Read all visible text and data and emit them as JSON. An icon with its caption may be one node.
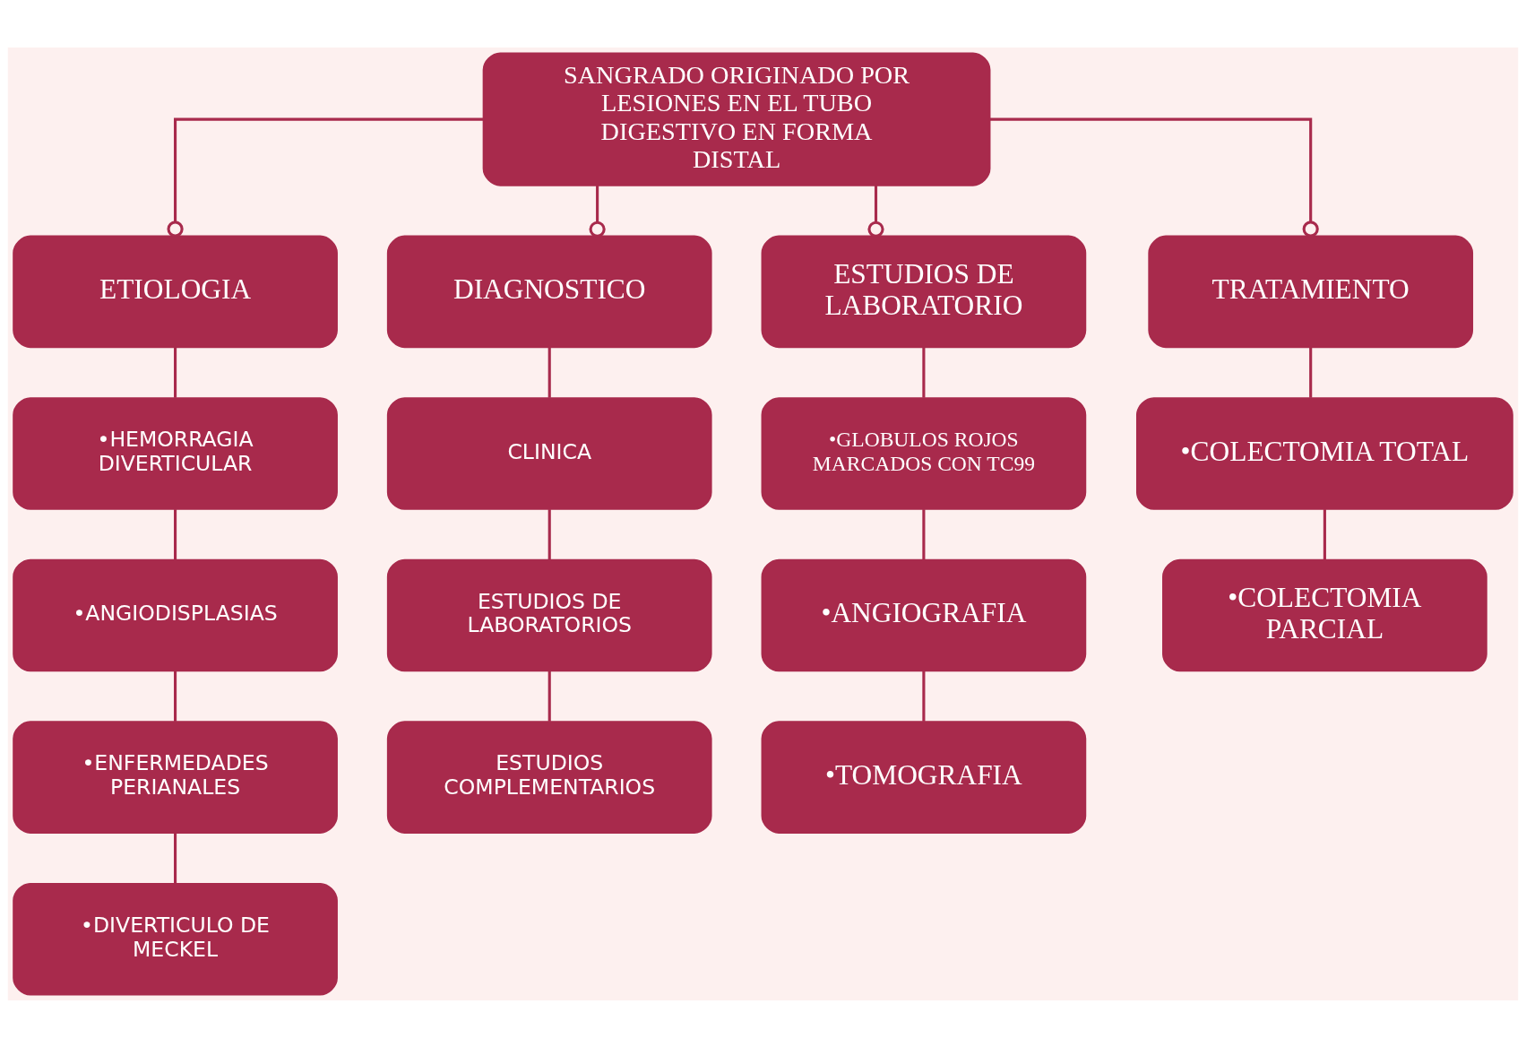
{
  "diagram": {
    "nodes": [
      {
        "text": [
          "SANGRADO ORIGINADO POR LESIONES EN EL TUBO DIGESTIVO EN FORMA DISTAL"
        ]
      },
      {
        "text": [
          "ETIOLOGIA"
        ]
      },
      {
        "text": [
          "DIAGNOSTICO"
        ]
      },
      {
        "text": [
          "ESTUDIOS DE LABORATORIO"
        ]
      },
      {
        "text": [
          "TRATAMIENTO"
        ]
      },
      {
        "text": [
          "•HEMORRAGIA DIVERTICULAR"
        ]
      },
      {
        "text": [
          "•ANGIODISPLASIAS"
        ]
      },
      {
        "text": [
          "•ENFERMEDADES PERIANALES"
        ]
      },
      {
        "text": [
          "•DIVERTICULO DE MECKEL"
        ]
      },
      {
        "text": [
          "CLINICA"
        ]
      },
      {
        "text": [
          "ESTUDIOS DE LABORATORIOS"
        ]
      },
      {
        "text": [
          "ESTUDIOS COMPLEMENTARIOS"
        ]
      },
      {
        "text": [
          "•GLOBULOS ROJOS MARCADOS CON TC99"
        ]
      },
      {
        "text": [
          "•ANGIOGRAFIA"
        ]
      },
      {
        "text": [
          "•TOMOGRAFIA"
        ]
      },
      {
        "text": [
          "•COLECTOMIA TOTAL"
        ]
      },
      {
        "text": [
          "•COLECTOMIA PARCIAL"
        ]
      }
    ],
    "edges": [
      {
        "from": 0,
        "to": 1,
        "arrow": "other"
      },
      {
        "from": 0,
        "to": 2,
        "arrow": "other"
      },
      {
        "from": 0,
        "to": 3,
        "arrow": "other"
      },
      {
        "from": 0,
        "to": 4,
        "arrow": "other"
      },
      {
        "from": 1,
        "to": 5,
        "arrow": "none"
      },
      {
        "from": 5,
        "to": 6,
        "arrow": "none"
      },
      {
        "from": 6,
        "to": 7,
        "arrow": "none"
      },
      {
        "from": 7,
        "to": 8,
        "arrow": "none"
      },
      {
        "from": 2,
        "to": 9,
        "arrow": "none"
      },
      {
        "from": 9,
        "to": 10,
        "arrow": "none"
      },
      {
        "from": 10,
        "to": 11,
        "arrow": "none"
      },
      {
        "from": 3,
        "to": 12,
        "arrow": "none"
      },
      {
        "from": 12,
        "to": 13,
        "arrow": "none"
      },
      {
        "from": 13,
        "to": 14,
        "arrow": "none"
      },
      {
        "from": 4,
        "to": 15,
        "arrow": "none"
      },
      {
        "from": 15,
        "to": 16,
        "arrow": "none"
      }
    ]
  }
}
